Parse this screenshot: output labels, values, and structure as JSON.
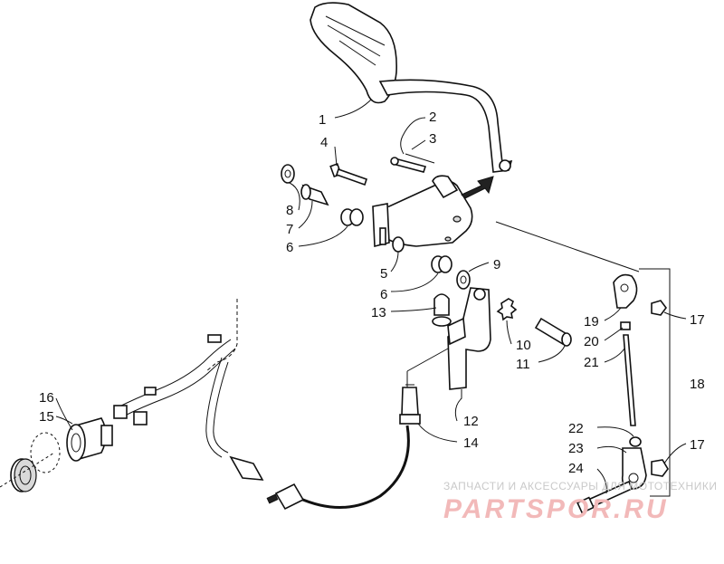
{
  "callouts": [
    {
      "id": "1",
      "label": "1"
    },
    {
      "id": "2",
      "label": "2"
    },
    {
      "id": "3",
      "label": "3"
    },
    {
      "id": "4",
      "label": "4"
    },
    {
      "id": "5",
      "label": "5"
    },
    {
      "id": "6a",
      "label": "6"
    },
    {
      "id": "6b",
      "label": "6"
    },
    {
      "id": "7",
      "label": "7"
    },
    {
      "id": "8",
      "label": "8"
    },
    {
      "id": "9",
      "label": "9"
    },
    {
      "id": "10",
      "label": "10"
    },
    {
      "id": "11",
      "label": "11"
    },
    {
      "id": "12",
      "label": "12"
    },
    {
      "id": "13",
      "label": "13"
    },
    {
      "id": "14",
      "label": "14"
    },
    {
      "id": "15",
      "label": "15"
    },
    {
      "id": "16",
      "label": "16"
    },
    {
      "id": "17a",
      "label": "17"
    },
    {
      "id": "17b",
      "label": "17"
    },
    {
      "id": "18",
      "label": "18"
    },
    {
      "id": "19",
      "label": "19"
    },
    {
      "id": "20",
      "label": "20"
    },
    {
      "id": "21",
      "label": "21"
    },
    {
      "id": "22",
      "label": "22"
    },
    {
      "id": "23",
      "label": "23"
    },
    {
      "id": "24",
      "label": "24"
    }
  ],
  "watermark": {
    "tagline": "ЗАПЧАСТИ И АКСЕССУАРЫ ДЛЯ МОТОТЕХНИКИ",
    "brand": "PARTSPOR.RU"
  },
  "colors": {
    "ink": "#111111",
    "watermark_brand": "#f2b9b9",
    "watermark_tagline": "#c9c9c9"
  }
}
